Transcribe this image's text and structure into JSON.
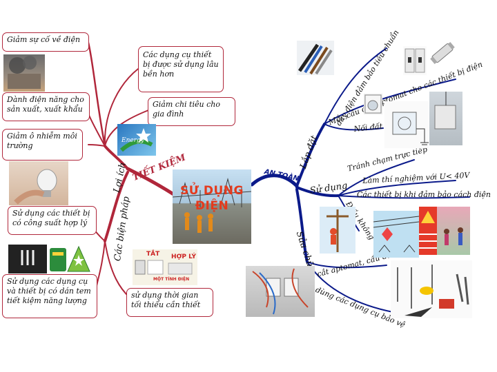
{
  "center": {
    "title_line1": "SỬ DỤNG",
    "title_line2": "ĐIỆN"
  },
  "left": {
    "branch_main": "TIẾT KIỆM",
    "branch_benefits": "Lợi ích",
    "branch_methods": "Các biện pháp",
    "benefits": [
      "Giảm sự cố về điện",
      "Các dụng cụ thiết bị được sử dụng lâu bền hơn",
      "Giảm chi tiêu cho gia đình",
      "Dành điện năng cho sản xuất, xuất khẩu",
      "Giảm ô nhiễm môi trường"
    ],
    "methods": [
      "Sử dụng các thiết bị có công suất hợp lý",
      "Sử dụng các dụng cụ và thiết bị có dán tem tiết kiệm năng lượng",
      "sử dụng thời gian tối thiểu cần thiết"
    ],
    "energy_logo_text": "Energy",
    "tem_tat": "TẮT",
    "tem_hop_ly": "HỢP LÝ",
    "tem_mot_tinh_dien": "MỘT TÍNH ĐIỆN"
  },
  "right": {
    "branch_main": "AN TOÀN",
    "branch_install": "Lắp đặt",
    "branch_use": "Sử dụng",
    "branch_repair": "Sửa chữa",
    "install": [
      "dây điện đảm bảo tiêu chuẩn",
      "Mắc cầu chì, aptomat cho các thiết bị điện",
      "Nối đất"
    ],
    "use": [
      "Tránh chạm trực tiếp",
      "Làm thí nghiệm với U< 40V",
      "Các thiết bị khi đảm bảo cách điện",
      "Điều không"
    ],
    "repair": [
      "cắt aptomat, cầu dao",
      "dùng các dụng cụ bảo vệ"
    ]
  },
  "colors": {
    "left_branch": "#b0263a",
    "right_branch": "#0b1a8a",
    "center_text": "#e43a1d"
  },
  "icons": [
    "fire-scene",
    "energy-star-logo",
    "bulb-hand",
    "energy-label",
    "cables",
    "fuse",
    "breaker",
    "washing-machine",
    "grounding-diagram",
    "electrician-pole",
    "warning-kites",
    "panel-board",
    "safety-tools",
    "power-station"
  ]
}
